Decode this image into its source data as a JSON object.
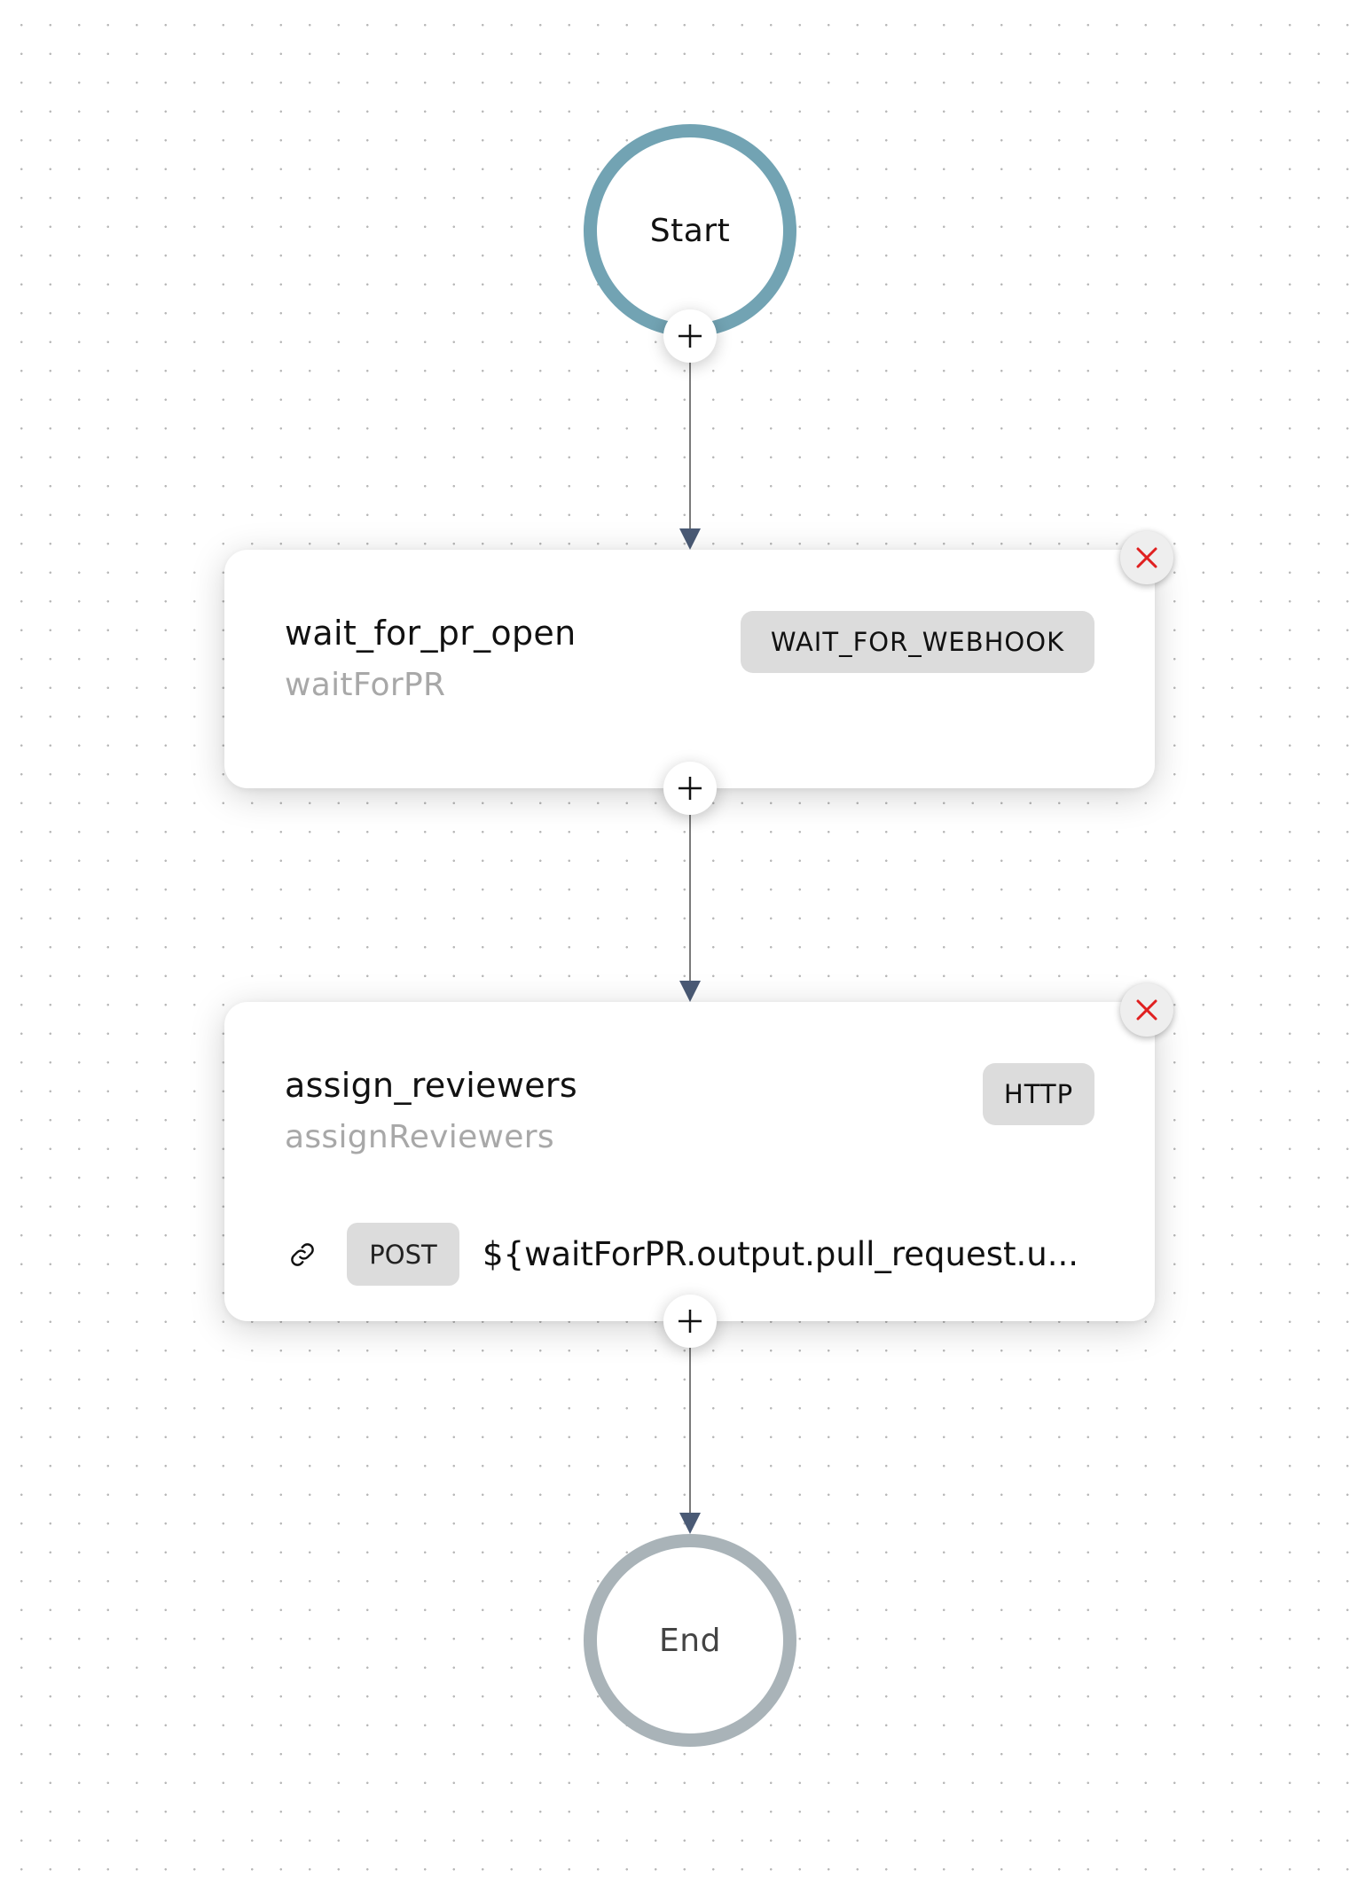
{
  "workflow": {
    "start": {
      "label": "Start",
      "color": "#72a3b3"
    },
    "end": {
      "label": "End",
      "color": "#a9b3b8"
    },
    "tasks": [
      {
        "name": "wait_for_pr_open",
        "reference": "waitForPR",
        "type": "WAIT_FOR_WEBHOOK"
      },
      {
        "name": "assign_reviewers",
        "reference": "assignReviewers",
        "type": "HTTP",
        "request": {
          "method": "POST",
          "url": "${waitForPR.output.pull_request.u..."
        }
      }
    ],
    "icons": {
      "add": "plus-icon",
      "remove": "close-icon",
      "link": "link-icon"
    },
    "colors": {
      "edge": "#7a7a7a",
      "arrowhead": "#4a5a75",
      "remove": "#e02020",
      "badge_bg": "#dcdcdc"
    }
  }
}
